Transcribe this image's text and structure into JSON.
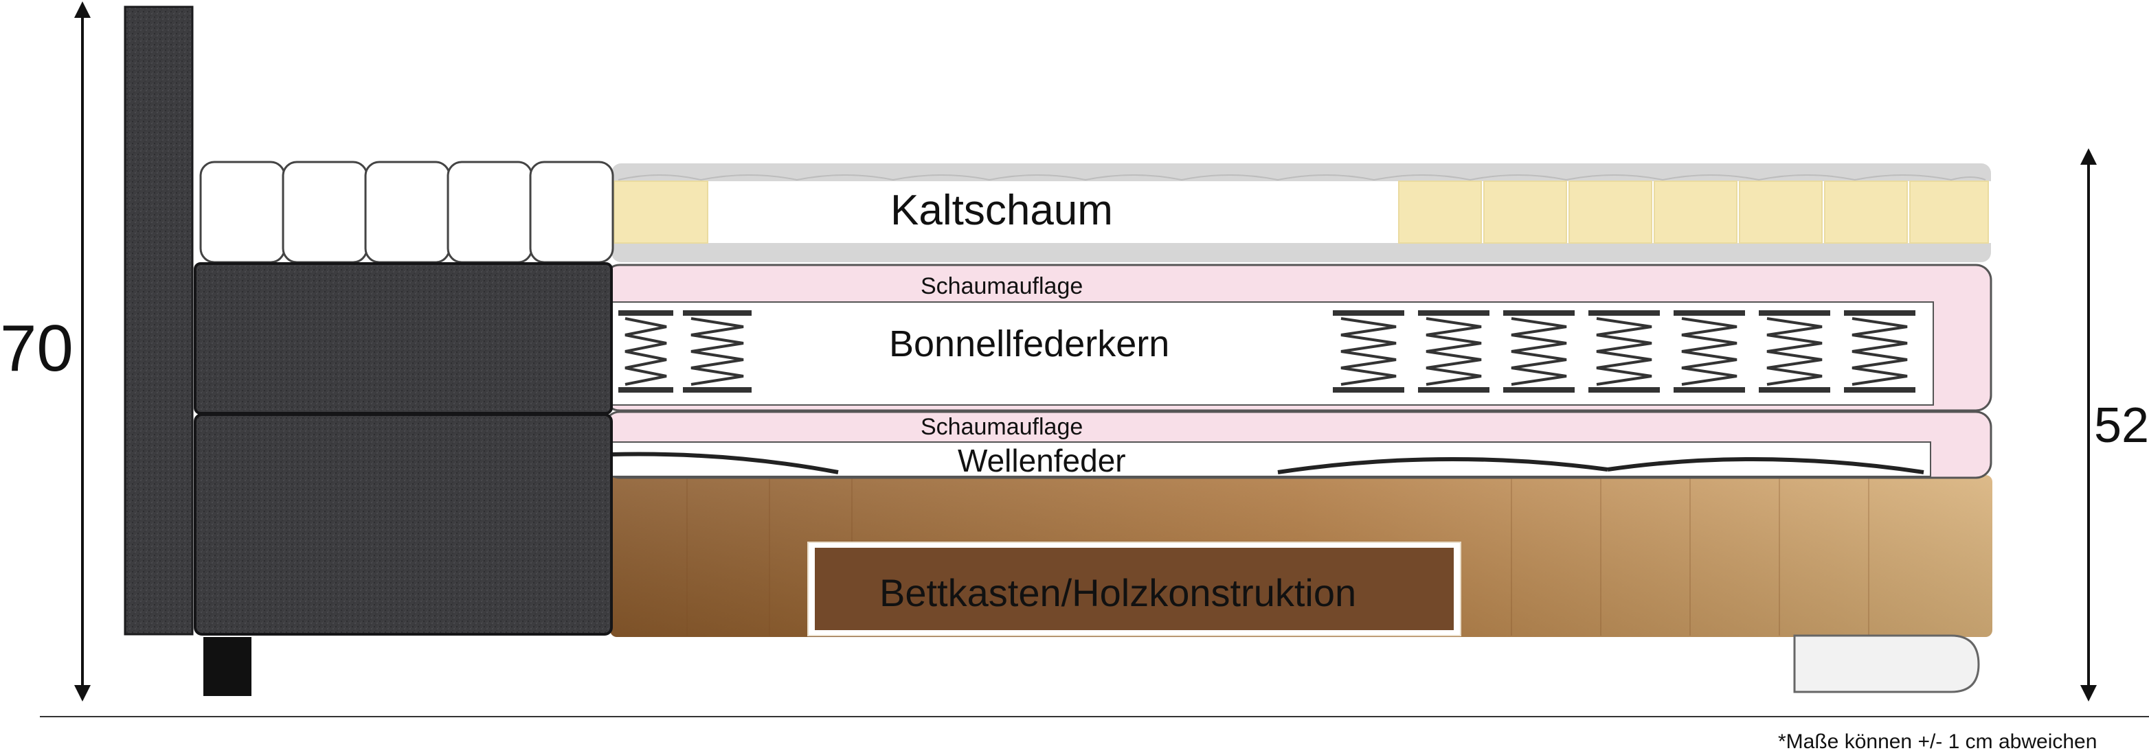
{
  "dimensions": {
    "total_height": "70",
    "bed_height": "52"
  },
  "layers": {
    "topper": "Kaltschaum",
    "foam_top": "Schaumauflage",
    "spring_core": "Bonnellfederkern",
    "foam_bottom": "Schaumauflage",
    "wave_spring": "Wellenfeder",
    "base": "Bettkasten/Holzkonstruktion"
  },
  "footnote": "*Maße können +/- 1 cm abweichen",
  "colors": {
    "fabric": "#3b3b3e",
    "foam_pink": "#f8dfe8",
    "topper_yellow": "#f5e7b3",
    "wood": "#b98a52",
    "wood_dark": "#6e4424"
  }
}
